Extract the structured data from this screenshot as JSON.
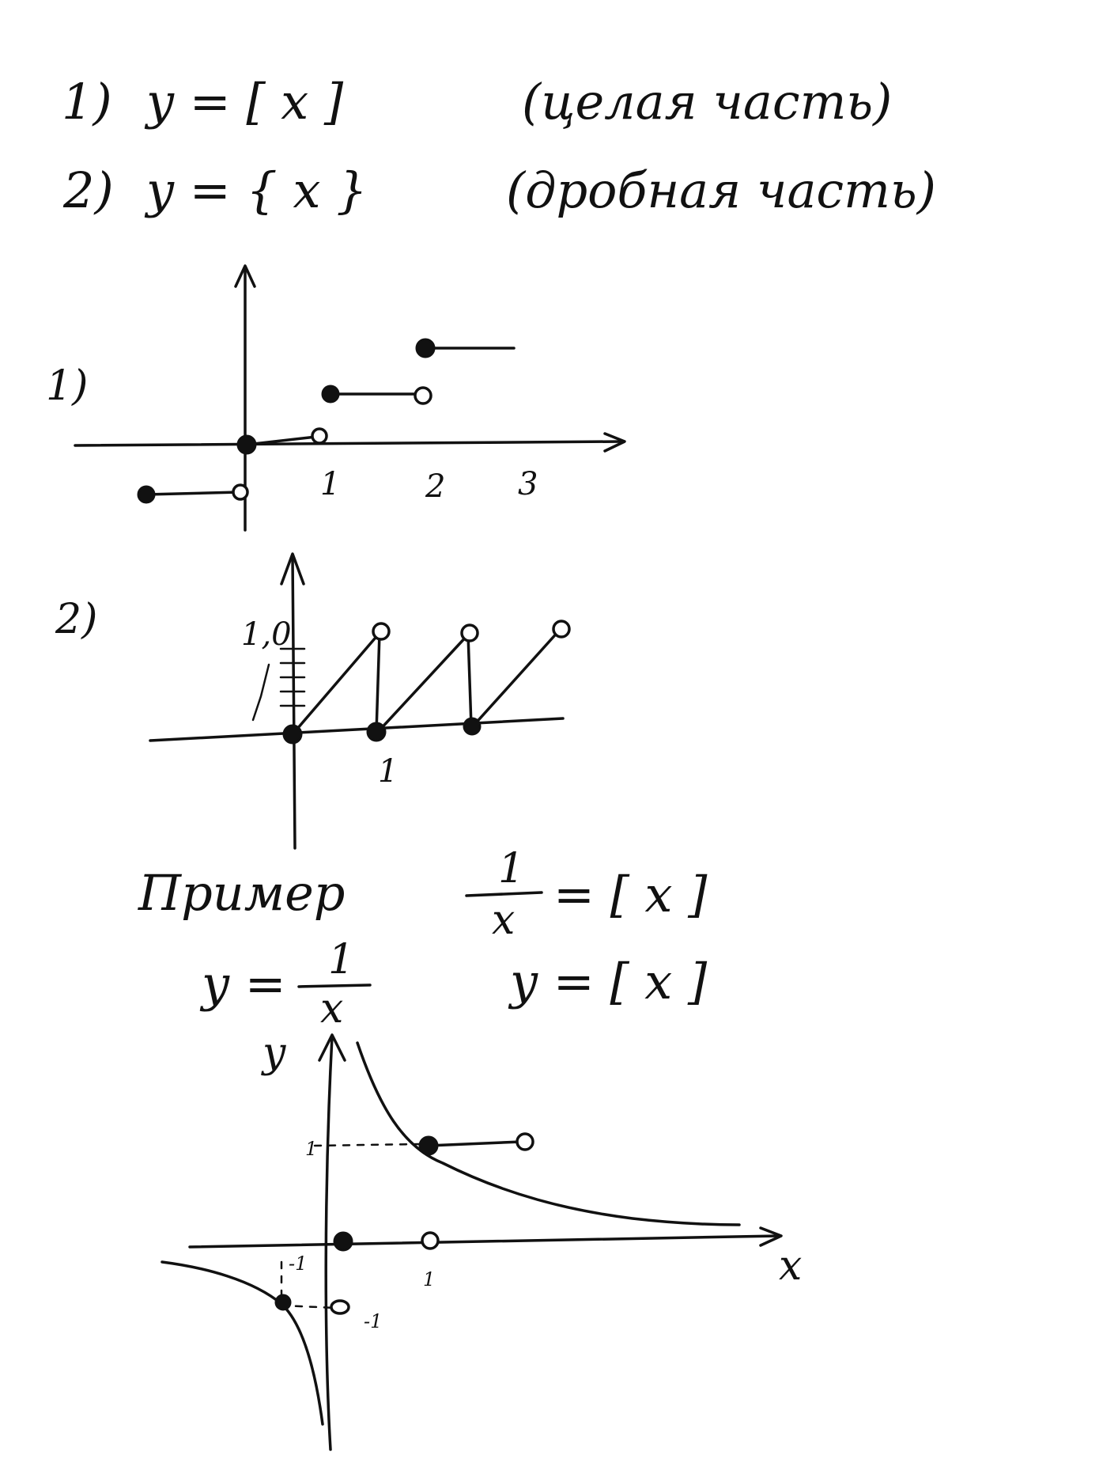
{
  "header": {
    "line1": {
      "number": "1)",
      "formula": "y = [ x ]",
      "note": "(целая часть)"
    },
    "line2": {
      "number": "2)",
      "formula": "y = { x }",
      "note": "(дробная часть)"
    }
  },
  "graph1": {
    "label": "1)",
    "x_ticks": [
      "1",
      "2",
      "3"
    ],
    "steps": [
      {
        "from": -1,
        "to": 0,
        "value": -1
      },
      {
        "from": 0,
        "to": 1,
        "value": 0
      },
      {
        "from": 1,
        "to": 2,
        "value": 1
      },
      {
        "from": 2,
        "to": 3,
        "value": 2
      }
    ]
  },
  "graph2": {
    "label": "2)",
    "x_tick": "1",
    "y_tick": "1,0",
    "teeth": 3
  },
  "example": {
    "title": "Пример",
    "equation": {
      "numerator": "1",
      "denominator": "x",
      "rhs": "= [ x ]"
    },
    "function1": {
      "lhs": "y =",
      "numerator": "1",
      "denominator": "x"
    },
    "function2": "y = [ x ]"
  },
  "graph3": {
    "y_axis_label": "у",
    "x_axis_label": "x",
    "x_tick_pos": "1",
    "x_tick_neg": "-1",
    "y_tick_pos": "1",
    "y_tick_neg": "-1"
  }
}
